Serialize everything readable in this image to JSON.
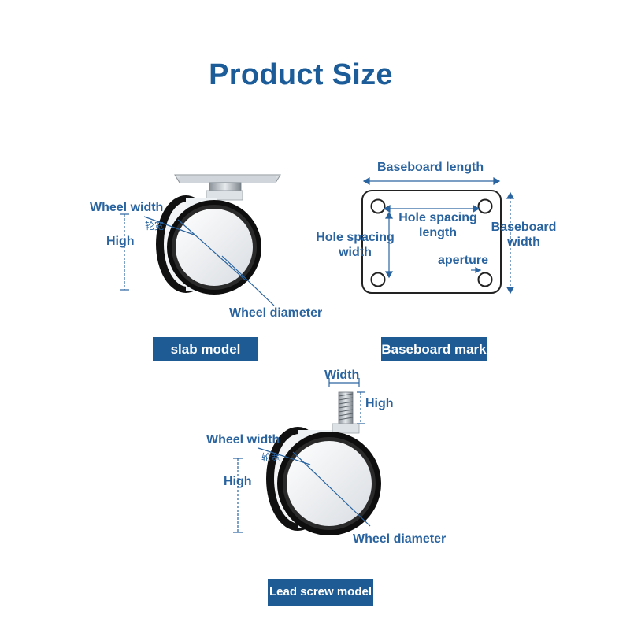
{
  "page_title": "Product Size",
  "slab": {
    "wheel_width": "Wheel width",
    "wheel_width_cn": "轮宽",
    "high": "High",
    "wheel_diameter": "Wheel diameter",
    "banner": "slab model"
  },
  "baseboard": {
    "length": "Baseboard length",
    "hole_spacing_length": "Hole spacing length",
    "hole_spacing_width": "Hole spacing width",
    "width": "Baseboard width",
    "aperture": "aperture",
    "banner": "Baseboard mark"
  },
  "screw": {
    "width": "Width",
    "high_stem": "High",
    "wheel_width": "Wheel width",
    "wheel_width_cn": "轮宽",
    "high": "High",
    "wheel_diameter": "Wheel diameter",
    "banner": "Lead screw model"
  },
  "colors": {
    "accent": "#1e5b95",
    "title": "#1b5c99",
    "label": "#2a64a0"
  }
}
